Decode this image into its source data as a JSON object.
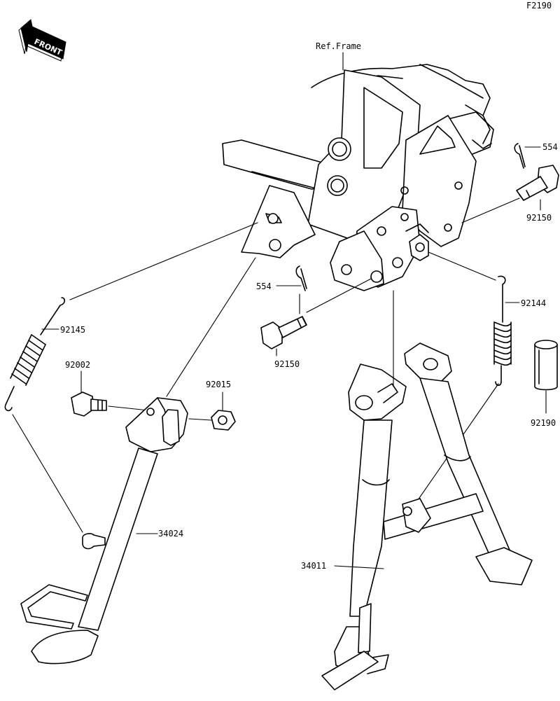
{
  "figure_code": "F2190",
  "front_label": "FRONT",
  "ref_frame": "Ref.Frame",
  "parts": {
    "554_top": "554",
    "92150_top": "92150",
    "554_mid": "554",
    "92150_mid": "92150",
    "92144": "92144",
    "92145": "92145",
    "92002": "92002",
    "92015": "92015",
    "92190": "92190",
    "34024": "34024",
    "34011": "34011"
  }
}
